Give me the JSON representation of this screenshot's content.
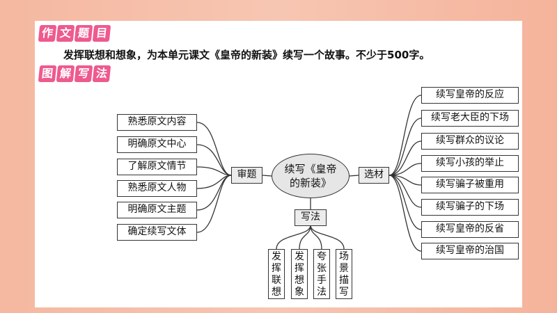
{
  "heading1": [
    "作",
    "文",
    "题",
    "目"
  ],
  "task_text": "发挥联想和想象，为本单元课文《皇帝的新装》续写一个故事。不少于500字。",
  "heading2": [
    "图",
    "解",
    "写",
    "法"
  ],
  "center": {
    "line1": "续写《皇帝",
    "line2": "的新装》"
  },
  "left_hub": "审题",
  "right_hub": "选材",
  "bottom_hub": "写法",
  "left_items": [
    "熟悉原文内容",
    "明确原文中心",
    "了解原文情节",
    "熟悉原文人物",
    "明确原文主题",
    "确定续写文体"
  ],
  "right_items": [
    "续写皇帝的反应",
    "续写老大臣的下场",
    "续写群众的议论",
    "续写小孩的举止",
    "续写骗子被重用",
    "续写骗子的下场",
    "续写皇帝的反省",
    "续写皇帝的治国"
  ],
  "bottom_items": [
    [
      "发",
      "挥",
      "联",
      "想"
    ],
    [
      "发",
      "挥",
      "想",
      "象"
    ],
    [
      "夸",
      "张",
      "手",
      "法"
    ],
    [
      "场",
      "景",
      "描",
      "写"
    ]
  ]
}
